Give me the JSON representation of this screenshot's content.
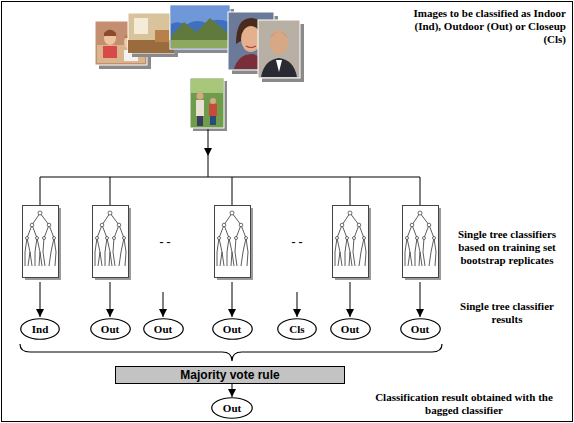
{
  "diagram": {
    "nodes": [
      {
        "text": [
          "Ind"
        ]
      },
      {
        "text": [
          "Out"
        ]
      },
      {
        "text": [
          "Out"
        ]
      },
      {
        "text": [
          "Out"
        ]
      },
      {
        "text": [
          "Cls"
        ]
      },
      {
        "text": [
          "Out"
        ]
      },
      {
        "text": [
          "Out"
        ]
      },
      {
        "text": [
          "Majority vote rule"
        ]
      },
      {
        "text": [
          "Out"
        ]
      }
    ],
    "edges": [
      {
        "from": 7,
        "to": 8,
        "arrow": "to"
      }
    ],
    "labels": [
      "Images to be classified as Indoor (Ind), Outdoor (Out) or Closeup (Cls)",
      "Single tree classifiers based on training set bootstrap replicates",
      "Single tree classifier results",
      "Classification result obtained with the bagged classifier",
      "- -",
      "- -"
    ]
  }
}
